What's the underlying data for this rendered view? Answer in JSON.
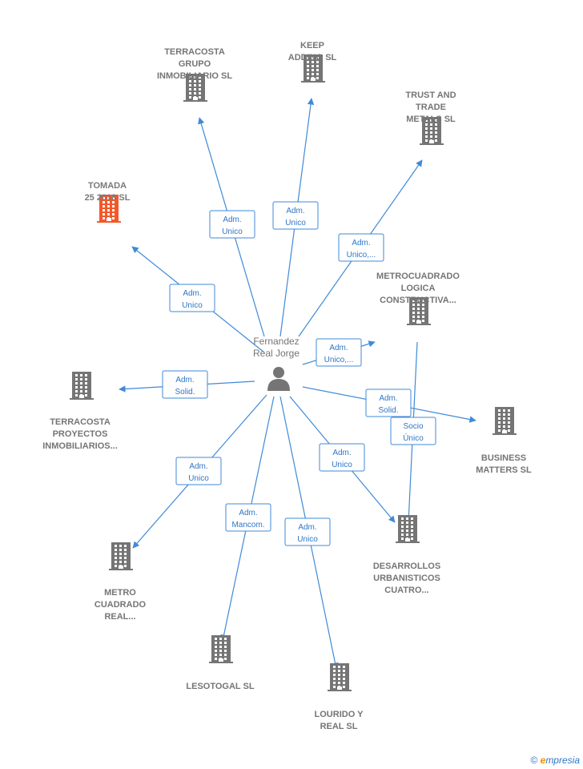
{
  "colors": {
    "edge": "#3f8ad8",
    "building": "#757575",
    "building_highlight": "#f4582b",
    "person": "#757575"
  },
  "center": {
    "lines": [
      "Fernandez",
      "Real Jorge"
    ],
    "icon": "person-icon"
  },
  "nodes": [
    {
      "id": "tomada",
      "lines": [
        "TOMADA",
        "25 2018  SL"
      ],
      "highlight": true
    },
    {
      "id": "terracosta-grupo",
      "lines": [
        "TERRACOSTA",
        "GRUPO",
        "INMOBILIARIO SL"
      ]
    },
    {
      "id": "keep-adding",
      "lines": [
        "KEEP",
        "ADDING SL"
      ]
    },
    {
      "id": "trust-trade",
      "lines": [
        "TRUST AND",
        "TRADE",
        "METALS  SL"
      ]
    },
    {
      "id": "metrocuadrado-logica",
      "lines": [
        "METROCUADRADO",
        "LOGICA",
        "CONSTRUCTIVA..."
      ]
    },
    {
      "id": "terracosta-proyectos",
      "lines": [
        "TERRACOSTA",
        "PROYECTOS",
        "INMOBILIARIOS..."
      ]
    },
    {
      "id": "business-matters",
      "lines": [
        "BUSINESS",
        "MATTERS SL"
      ]
    },
    {
      "id": "metro-cuadrado-real",
      "lines": [
        "METRO",
        "CUADRADO",
        "REAL..."
      ]
    },
    {
      "id": "desarrollos",
      "lines": [
        "DESARROLLOS",
        "URBANISTICOS",
        "CUATRO..."
      ]
    },
    {
      "id": "lesotogal",
      "lines": [
        "LESOTOGAL SL"
      ]
    },
    {
      "id": "lourido",
      "lines": [
        "LOURIDO Y",
        "REAL SL"
      ]
    }
  ],
  "relations": [
    {
      "id": "r-tomada",
      "lines": [
        "Adm.",
        "Unico"
      ]
    },
    {
      "id": "r-terracosta-grupo",
      "lines": [
        "Adm.",
        "Unico"
      ]
    },
    {
      "id": "r-keep-adding",
      "lines": [
        "Adm.",
        "Unico"
      ]
    },
    {
      "id": "r-trust-trade",
      "lines": [
        "Adm.",
        "Unico,..."
      ]
    },
    {
      "id": "r-metrocuadrado-logica",
      "lines": [
        "Adm.",
        "Unico,..."
      ]
    },
    {
      "id": "r-terracosta-proyectos",
      "lines": [
        "Adm.",
        "Solid."
      ]
    },
    {
      "id": "r-business-matters",
      "lines": [
        "Adm.",
        "Solid."
      ]
    },
    {
      "id": "r-socio-unico",
      "lines": [
        "Socio",
        "Único"
      ]
    },
    {
      "id": "r-desarrollos",
      "lines": [
        "Adm.",
        "Unico"
      ]
    },
    {
      "id": "r-metro-cuadrado-real",
      "lines": [
        "Adm.",
        "Unico"
      ]
    },
    {
      "id": "r-lesotogal",
      "lines": [
        "Adm.",
        "Mancom."
      ]
    },
    {
      "id": "r-lourido",
      "lines": [
        "Adm.",
        "Unico"
      ]
    }
  ],
  "footer": {
    "copyright": "©",
    "brand_initial": "e",
    "brand_rest": "mpresia"
  }
}
